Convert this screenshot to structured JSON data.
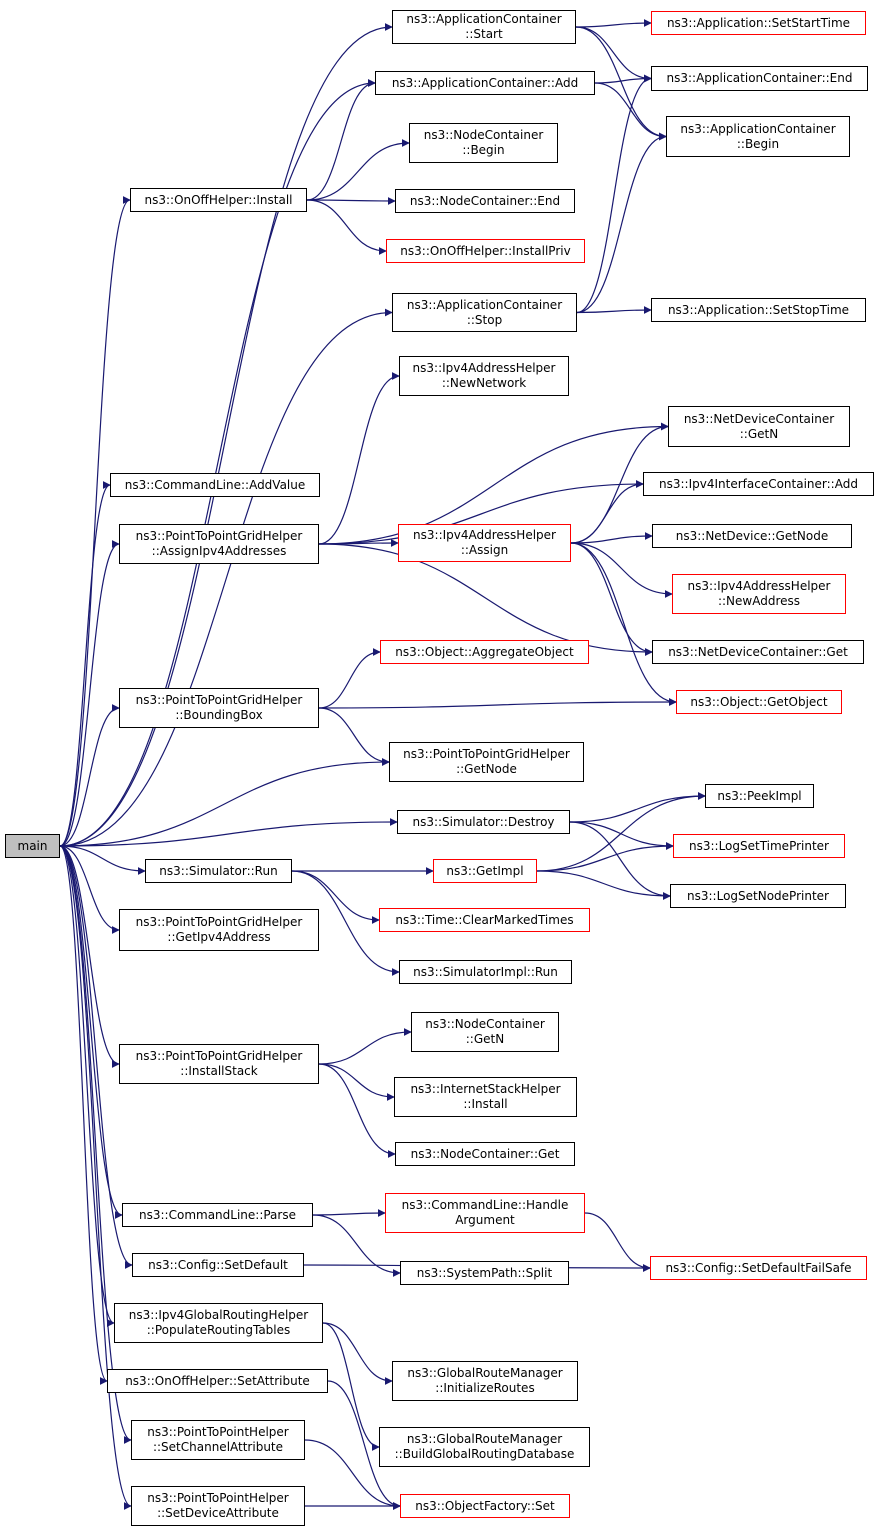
{
  "graph": {
    "root": "main",
    "colors": {
      "edge": "#191970",
      "node_border": "#000000",
      "truncated_border": "#ff0000",
      "root_fill": "#bfbfbf"
    },
    "nodes": [
      {
        "id": "main",
        "lines": [
          "main"
        ],
        "root": true
      },
      {
        "id": "app_start",
        "lines": [
          "ns3::ApplicationContainer",
          "::Start"
        ]
      },
      {
        "id": "app_setstart",
        "lines": [
          "ns3::Application::SetStartTime"
        ],
        "truncated": true
      },
      {
        "id": "app_add",
        "lines": [
          "ns3::ApplicationContainer::Add"
        ]
      },
      {
        "id": "app_end",
        "lines": [
          "ns3::ApplicationContainer::End"
        ]
      },
      {
        "id": "app_begin",
        "lines": [
          "ns3::ApplicationContainer",
          "::Begin"
        ]
      },
      {
        "id": "nc_begin",
        "lines": [
          "ns3::NodeContainer",
          "::Begin"
        ]
      },
      {
        "id": "onoff_install",
        "lines": [
          "ns3::OnOffHelper::Install"
        ]
      },
      {
        "id": "nc_end",
        "lines": [
          "ns3::NodeContainer::End"
        ]
      },
      {
        "id": "onoff_installpriv",
        "lines": [
          "ns3::OnOffHelper::InstallPriv"
        ],
        "truncated": true
      },
      {
        "id": "app_stop",
        "lines": [
          "ns3::ApplicationContainer",
          "::Stop"
        ]
      },
      {
        "id": "app_setstop",
        "lines": [
          "ns3::Application::SetStopTime"
        ]
      },
      {
        "id": "ipv4ah_newnet",
        "lines": [
          "ns3::Ipv4AddressHelper",
          "::NewNetwork"
        ]
      },
      {
        "id": "ndc_getn",
        "lines": [
          "ns3::NetDeviceContainer",
          "::GetN"
        ]
      },
      {
        "id": "cmd_addvalue",
        "lines": [
          "ns3::CommandLine::AddValue"
        ]
      },
      {
        "id": "ipv4ic_add",
        "lines": [
          "ns3::Ipv4InterfaceContainer::Add"
        ]
      },
      {
        "id": "p2pg_assign",
        "lines": [
          "ns3::PointToPointGridHelper",
          "::AssignIpv4Addresses"
        ]
      },
      {
        "id": "ipv4ah_assign",
        "lines": [
          "ns3::Ipv4AddressHelper",
          "::Assign"
        ],
        "truncated": true
      },
      {
        "id": "nd_getnode",
        "lines": [
          "ns3::NetDevice::GetNode"
        ]
      },
      {
        "id": "ipv4ah_newaddr",
        "lines": [
          "ns3::Ipv4AddressHelper",
          "::NewAddress"
        ],
        "truncated": true
      },
      {
        "id": "ndc_get",
        "lines": [
          "ns3::NetDeviceContainer::Get"
        ]
      },
      {
        "id": "obj_aggregate",
        "lines": [
          "ns3::Object::AggregateObject"
        ],
        "truncated": true
      },
      {
        "id": "p2pg_bbox",
        "lines": [
          "ns3::PointToPointGridHelper",
          "::BoundingBox"
        ]
      },
      {
        "id": "obj_getobject",
        "lines": [
          "ns3::Object::GetObject"
        ],
        "truncated": true
      },
      {
        "id": "p2pg_getnode",
        "lines": [
          "ns3::PointToPointGridHelper",
          "::GetNode"
        ]
      },
      {
        "id": "peekimpl",
        "lines": [
          "ns3::PeekImpl"
        ]
      },
      {
        "id": "sim_destroy",
        "lines": [
          "ns3::Simulator::Destroy"
        ]
      },
      {
        "id": "logsettime",
        "lines": [
          "ns3::LogSetTimePrinter"
        ],
        "truncated": true
      },
      {
        "id": "sim_run",
        "lines": [
          "ns3::Simulator::Run"
        ]
      },
      {
        "id": "getimpl",
        "lines": [
          "ns3::GetImpl"
        ],
        "truncated": true
      },
      {
        "id": "logsetnode",
        "lines": [
          "ns3::LogSetNodePrinter"
        ]
      },
      {
        "id": "time_clear",
        "lines": [
          "ns3::Time::ClearMarkedTimes"
        ],
        "truncated": true
      },
      {
        "id": "p2pg_getipv4",
        "lines": [
          "ns3::PointToPointGridHelper",
          "::GetIpv4Address"
        ]
      },
      {
        "id": "simimpl_run",
        "lines": [
          "ns3::SimulatorImpl::Run"
        ]
      },
      {
        "id": "nc_getn",
        "lines": [
          "ns3::NodeContainer",
          "::GetN"
        ]
      },
      {
        "id": "p2pg_installstack",
        "lines": [
          "ns3::PointToPointGridHelper",
          "::InstallStack"
        ]
      },
      {
        "id": "ish_install",
        "lines": [
          "ns3::InternetStackHelper",
          "::Install"
        ]
      },
      {
        "id": "nc_get",
        "lines": [
          "ns3::NodeContainer::Get"
        ]
      },
      {
        "id": "cmd_handlearg",
        "lines": [
          "ns3::CommandLine::Handle",
          "Argument"
        ],
        "truncated": true
      },
      {
        "id": "cmd_parse",
        "lines": [
          "ns3::CommandLine::Parse"
        ]
      },
      {
        "id": "cfg_setdefault",
        "lines": [
          "ns3::Config::SetDefault"
        ]
      },
      {
        "id": "syspath_split",
        "lines": [
          "ns3::SystemPath::Split"
        ]
      },
      {
        "id": "cfg_setdefaultfs",
        "lines": [
          "ns3::Config::SetDefaultFailSafe"
        ],
        "truncated": true
      },
      {
        "id": "ipv4grh_populate",
        "lines": [
          "ns3::Ipv4GlobalRoutingHelper",
          "::PopulateRoutingTables"
        ]
      },
      {
        "id": "grm_initroutes",
        "lines": [
          "ns3::GlobalRouteManager",
          "::InitializeRoutes"
        ]
      },
      {
        "id": "onoff_setattr",
        "lines": [
          "ns3::OnOffHelper::SetAttribute"
        ]
      },
      {
        "id": "grm_builddb",
        "lines": [
          "ns3::GlobalRouteManager",
          "::BuildGlobalRoutingDatabase"
        ]
      },
      {
        "id": "p2p_setchannel",
        "lines": [
          "ns3::PointToPointHelper",
          "::SetChannelAttribute"
        ]
      },
      {
        "id": "p2p_setdevice",
        "lines": [
          "ns3::PointToPointHelper",
          "::SetDeviceAttribute"
        ]
      },
      {
        "id": "objfactory_set",
        "lines": [
          "ns3::ObjectFactory::Set"
        ],
        "truncated": true
      }
    ],
    "edges": [
      [
        "main",
        "app_start"
      ],
      [
        "main",
        "app_add"
      ],
      [
        "main",
        "onoff_install"
      ],
      [
        "main",
        "app_stop"
      ],
      [
        "main",
        "cmd_addvalue"
      ],
      [
        "main",
        "p2pg_assign"
      ],
      [
        "main",
        "p2pg_bbox"
      ],
      [
        "main",
        "p2pg_getnode"
      ],
      [
        "main",
        "sim_destroy"
      ],
      [
        "main",
        "sim_run"
      ],
      [
        "main",
        "p2pg_getipv4"
      ],
      [
        "main",
        "p2pg_installstack"
      ],
      [
        "main",
        "cmd_parse"
      ],
      [
        "main",
        "cfg_setdefault"
      ],
      [
        "main",
        "ipv4grh_populate"
      ],
      [
        "main",
        "onoff_setattr"
      ],
      [
        "main",
        "p2p_setchannel"
      ],
      [
        "main",
        "p2p_setdevice"
      ],
      [
        "app_start",
        "app_setstart"
      ],
      [
        "app_start",
        "app_end"
      ],
      [
        "app_start",
        "app_begin"
      ],
      [
        "app_add",
        "app_end"
      ],
      [
        "app_add",
        "app_begin"
      ],
      [
        "onoff_install",
        "app_add"
      ],
      [
        "onoff_install",
        "nc_begin"
      ],
      [
        "onoff_install",
        "nc_end"
      ],
      [
        "onoff_install",
        "onoff_installpriv"
      ],
      [
        "app_stop",
        "app_begin"
      ],
      [
        "app_stop",
        "app_end"
      ],
      [
        "app_stop",
        "app_setstop"
      ],
      [
        "p2pg_assign",
        "ipv4ah_newnet"
      ],
      [
        "p2pg_assign",
        "ndc_getn"
      ],
      [
        "p2pg_assign",
        "ipv4ic_add"
      ],
      [
        "p2pg_assign",
        "ipv4ah_assign"
      ],
      [
        "p2pg_assign",
        "ndc_get"
      ],
      [
        "ipv4ah_assign",
        "ndc_getn"
      ],
      [
        "ipv4ah_assign",
        "ipv4ic_add"
      ],
      [
        "ipv4ah_assign",
        "nd_getnode"
      ],
      [
        "ipv4ah_assign",
        "ipv4ah_newaddr"
      ],
      [
        "ipv4ah_assign",
        "ndc_get"
      ],
      [
        "ipv4ah_assign",
        "obj_getobject"
      ],
      [
        "p2pg_bbox",
        "obj_aggregate"
      ],
      [
        "p2pg_bbox",
        "obj_getobject"
      ],
      [
        "p2pg_bbox",
        "p2pg_getnode"
      ],
      [
        "sim_destroy",
        "peekimpl"
      ],
      [
        "sim_destroy",
        "logsettime"
      ],
      [
        "sim_destroy",
        "logsetnode"
      ],
      [
        "sim_run",
        "getimpl"
      ],
      [
        "sim_run",
        "time_clear"
      ],
      [
        "sim_run",
        "simimpl_run"
      ],
      [
        "getimpl",
        "peekimpl"
      ],
      [
        "getimpl",
        "logsettime"
      ],
      [
        "getimpl",
        "logsetnode"
      ],
      [
        "p2pg_installstack",
        "nc_getn"
      ],
      [
        "p2pg_installstack",
        "ish_install"
      ],
      [
        "p2pg_installstack",
        "nc_get"
      ],
      [
        "cmd_parse",
        "cmd_handlearg"
      ],
      [
        "cmd_parse",
        "syspath_split"
      ],
      [
        "cmd_handlearg",
        "cfg_setdefaultfs"
      ],
      [
        "cfg_setdefault",
        "cfg_setdefaultfs"
      ],
      [
        "ipv4grh_populate",
        "grm_initroutes"
      ],
      [
        "ipv4grh_populate",
        "grm_builddb"
      ],
      [
        "onoff_setattr",
        "objfactory_set"
      ],
      [
        "p2p_setchannel",
        "objfactory_set"
      ],
      [
        "p2p_setdevice",
        "objfactory_set"
      ]
    ]
  }
}
